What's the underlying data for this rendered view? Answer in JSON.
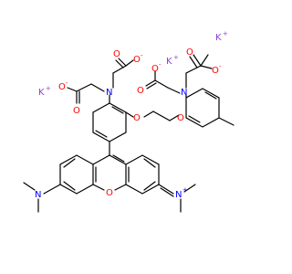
{
  "colors": {
    "bond": "#000000",
    "nitrogen": "#0000ff",
    "oxygen": "#ff0000",
    "potassium": "#8f40d4",
    "background": "#ffffff"
  },
  "labels": {
    "k_top_right": "K",
    "k_mid_right": "K",
    "k_left": "K",
    "n_left_chelator": "N",
    "n_right_chelator": "N",
    "n_dimethyl_left": "N",
    "n_dimethyl_right": "N",
    "o_xanthene": "O",
    "o_ether_1": "O",
    "o_ether_2": "O",
    "o_carboxylate_1": "O",
    "o_carboxylate_2": "O",
    "o_carboxylate_3": "O",
    "o_carboxylate_4": "O",
    "o_carbonyl_1": "O",
    "o_carbonyl_2": "O",
    "o_carbonyl_3": "O",
    "o_carbonyl_4": "O"
  },
  "charges": {
    "plus": "+",
    "minus": "-"
  }
}
